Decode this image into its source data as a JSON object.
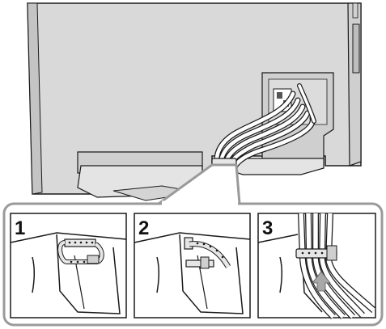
{
  "diagram": {
    "steps": [
      {
        "number": "1"
      },
      {
        "number": "2"
      },
      {
        "number": "3"
      }
    ],
    "colors": {
      "tv_panel": "#d9d9d9",
      "tv_frame": "#bfbfbf",
      "outline": "#1a1a1a",
      "callout_border": "#9a9a9a",
      "cable_fill": "#ffffff",
      "tie_fill": "#e6e6e6",
      "arrow": "#a8a8a8"
    },
    "icons": [
      "tv-rear-icon",
      "cable-bundle-icon",
      "cable-tie-icon",
      "up-arrow-icon"
    ]
  }
}
